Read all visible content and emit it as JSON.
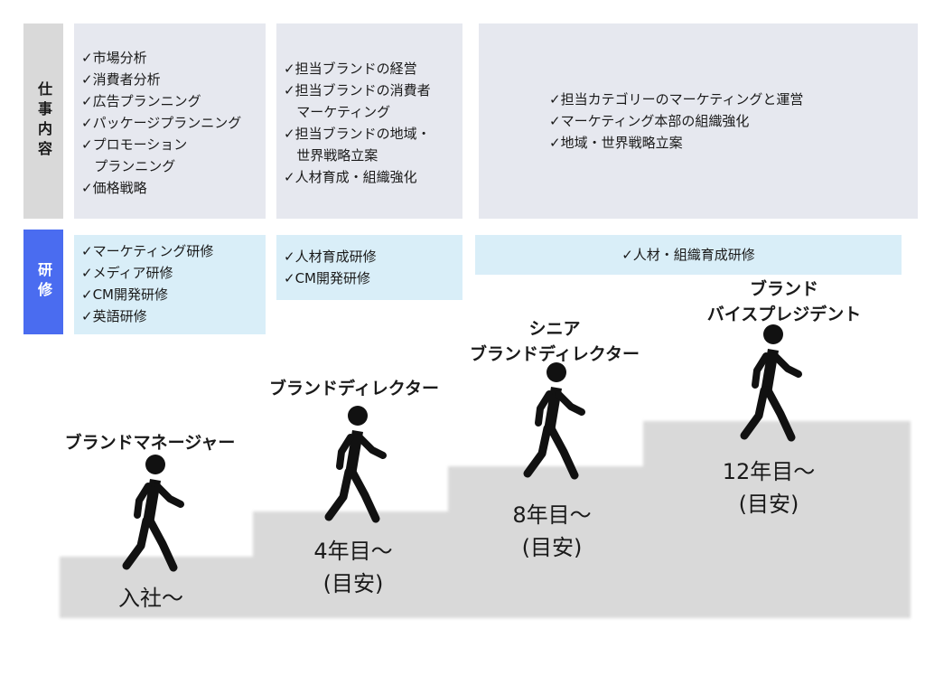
{
  "rows": {
    "work_label": "仕事内容",
    "training_label": "研修"
  },
  "work": [
    {
      "items": [
        "✓市場分析",
        "✓消費者分析",
        "✓広告プランニング",
        "✓パッケージプランニング",
        "✓プロモーション",
        "   プランニング",
        "✓価格戦略"
      ]
    },
    {
      "items": [
        "✓担当ブランドの経営",
        "✓担当ブランドの消費者",
        "   マーケティング",
        "✓担当ブランドの地域・",
        "   世界戦略立案",
        "✓人材育成・組織強化"
      ]
    },
    {
      "items": [
        "✓担当カテゴリーのマーケティングと運営",
        "✓マーケティング本部の組織強化",
        "✓地域・世界戦略立案"
      ]
    }
  ],
  "training": [
    {
      "items": [
        "✓マーケティング研修",
        "✓メディア研修",
        "✓CM開発研修",
        "✓英語研修"
      ]
    },
    {
      "items": [
        "✓人材育成研修",
        "✓CM開発研修"
      ]
    },
    {
      "items": [
        "✓人材・組織育成研修"
      ]
    }
  ],
  "stages": [
    {
      "title": "ブランドマネージャー",
      "tenure": "入社〜"
    },
    {
      "title": "ブランドディレクター",
      "tenure": "4年目〜\n(目安)"
    },
    {
      "title": "シニア\nブランドディレクター",
      "tenure": "8年目〜\n(目安)"
    },
    {
      "title": "ブランド\nバイスプレジデント",
      "tenure": "12年目〜\n(目安)"
    }
  ],
  "colors": {
    "work_header": "#d9d9d9",
    "training_header": "#4a6cf0",
    "work_cell": "#e6e8ef",
    "training_cell": "#d9eef8",
    "stairs": "#d9d9d9",
    "figure": "#111111"
  },
  "icons": [
    "walking-person-icon"
  ]
}
